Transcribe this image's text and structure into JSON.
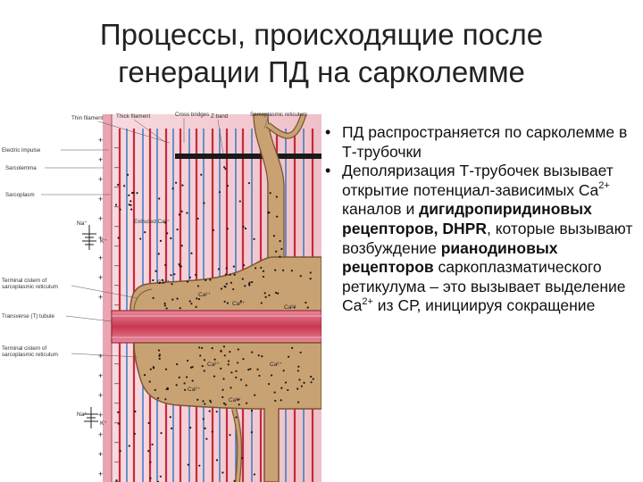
{
  "slide": {
    "title_line1": "Процессы, происходящие после",
    "title_line2": "генерации ПД на сарколемме"
  },
  "bullets": [
    {
      "p1": "ПД распространяется по сарколемме в Т-трубочки"
    },
    {
      "p1": "Деполяризация Т-трубочек вызывает открытие потенциал-зависимых Ca",
      "sup1": "2+",
      "p2": " каналов и ",
      "b1": "дигидропиридиновых рецепторов, DHPR",
      "p3": ", которые вызывают возбуждение ",
      "b2": "рианодиновых рецепторов",
      "p4": " саркоплазматического ретикулума – это вызывает выделение Ca",
      "sup2": "2+",
      "p5": "  из СР, инициируя сокращение"
    }
  ],
  "figure": {
    "labels": {
      "thin_filament": "Thin filament",
      "thick_filament": "Thick filament",
      "cross_bridges": "Cross bridges",
      "z_band": "Z band",
      "sarcoplasmic_reticulum": "Sarcoplasmic reticulum",
      "electric_impulse": "Electric impulse",
      "sarcolemma": "Sarcolemma",
      "sarcoplasm": "Sarcoplasm",
      "extruded_ca": "Extruded Ca²⁺",
      "terminal_cistern_top_1": "Terminal cistern of",
      "terminal_cistern_top_2": "sarcoplasmic reticulum",
      "transverse_tubule": "Transverse (T) tubule",
      "terminal_cistern_bottom_1": "Terminal cistern of",
      "terminal_cistern_bottom_2": "sarcoplasmic reticulum"
    },
    "ions": {
      "na": "Na⁺",
      "k": "K⁺",
      "ca": "Ca²⁺"
    },
    "colors": {
      "sarcoplasm_pink": "#f2c8cf",
      "ttubule_red": "#d9536a",
      "cistern_tan": "#c9a273",
      "cistern_outline": "#7a5530",
      "thick_filament_red": "#c8283c",
      "thin_filament_blue": "#2f72c4",
      "z_band_black": "#1a1a1a"
    }
  }
}
